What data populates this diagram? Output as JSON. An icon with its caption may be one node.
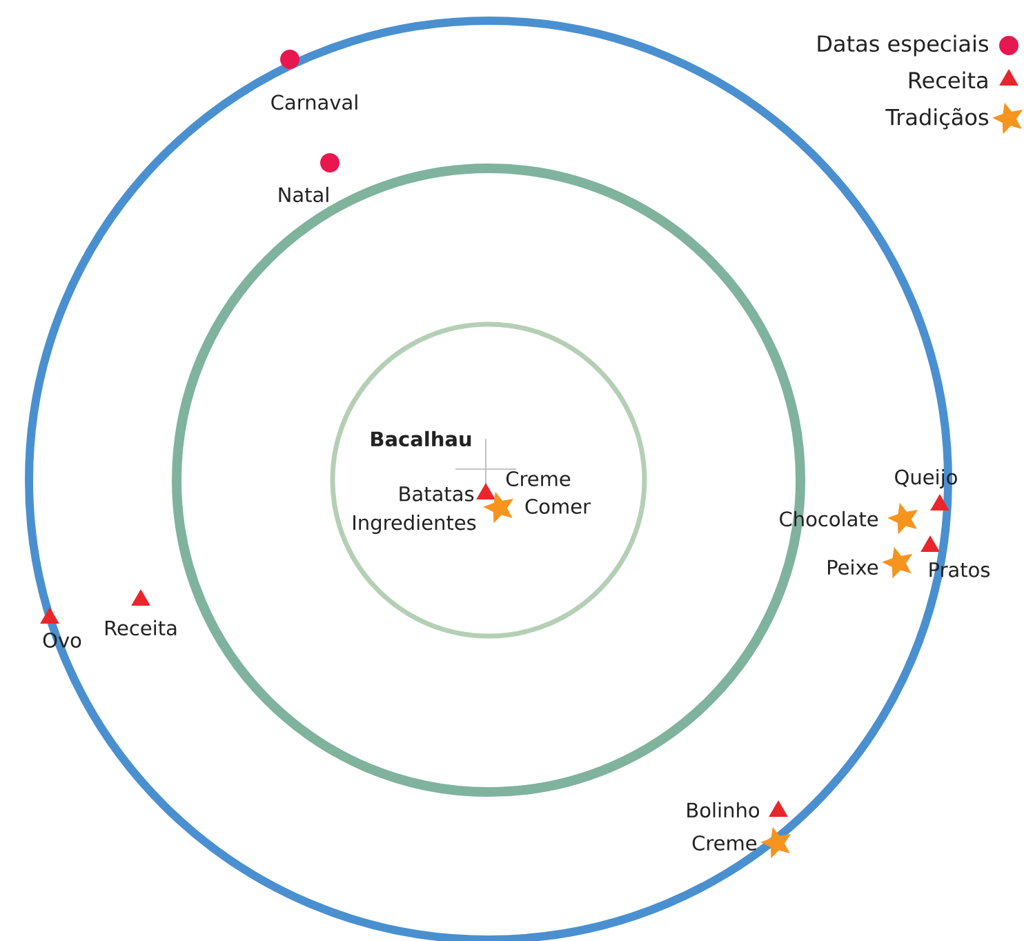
{
  "diagram": {
    "labels": [
      "Carnaval",
      "Natal",
      "Bacalhau",
      "Creme",
      "Batatas",
      "Comer",
      "Ingredientes",
      "Queijo",
      "Chocolate",
      "Peixe",
      "Pratos",
      "Receita",
      "Ovo",
      "Bolinho",
      "Creme"
    ],
    "legend": [
      {
        "text": "Datas especiais",
        "color": "#e8174f"
      },
      {
        "text": "Receita",
        "color": "#e8262b"
      },
      {
        "text": "Tradiçãos",
        "color": "#f7941d"
      }
    ]
  }
}
